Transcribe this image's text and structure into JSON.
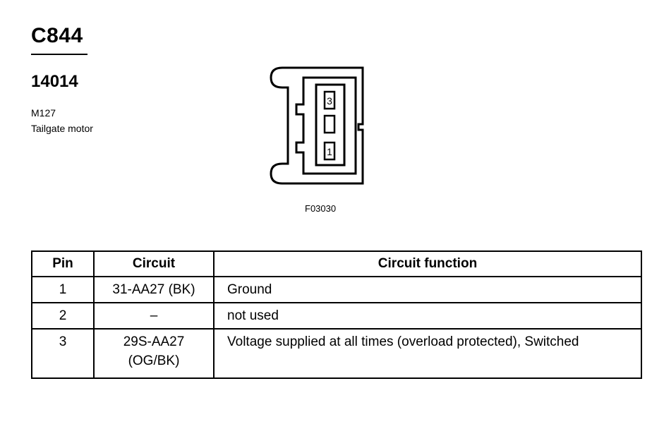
{
  "connector": {
    "id": "C844",
    "part_number": "14014",
    "component_code": "M127",
    "component_name": "Tailgate motor"
  },
  "figure": {
    "code": "F03030",
    "pin_labels": [
      "3",
      "1"
    ]
  },
  "table": {
    "headers": {
      "pin": "Pin",
      "circuit": "Circuit",
      "function": "Circuit function"
    },
    "rows": [
      {
        "pin": "1",
        "circuit_line1": "31-AA27 (BK)",
        "circuit_line2": "",
        "function": "Ground"
      },
      {
        "pin": "2",
        "circuit_line1": "–",
        "circuit_line2": "",
        "function": "not used"
      },
      {
        "pin": "3",
        "circuit_line1": "29S-AA27",
        "circuit_line2": "(OG/BK)",
        "function": "Voltage supplied at all times (overload protected), Switched"
      }
    ]
  }
}
